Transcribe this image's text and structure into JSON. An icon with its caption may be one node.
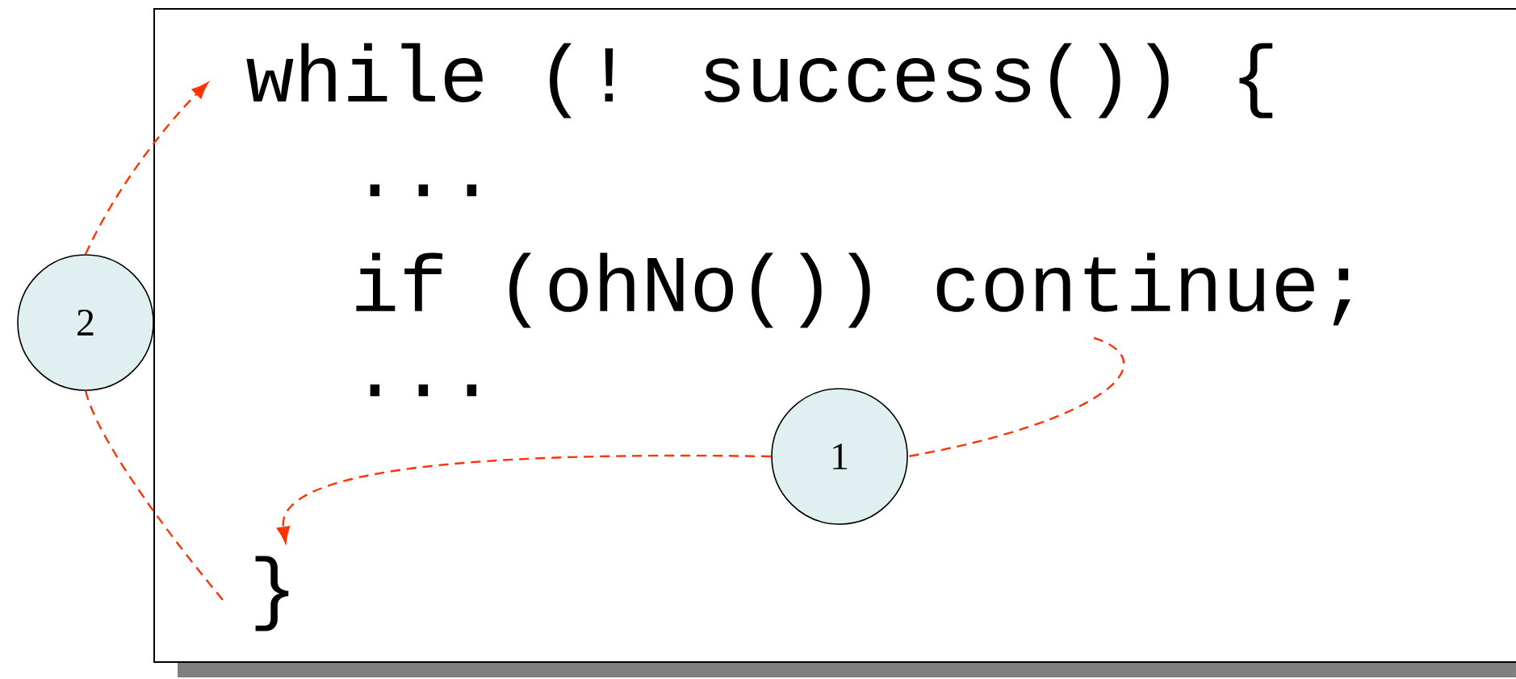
{
  "diagram": {
    "nodes": [
      {
        "text": [],
        "shape": "box"
      },
      {
        "text": [
          "while (! success()) {"
        ],
        "in": 0
      },
      {
        "text": [
          "..."
        ],
        "in": 0
      },
      {
        "text": [
          "if (ohNo()) continue;"
        ],
        "in": 0
      },
      {
        "text": [
          "..."
        ],
        "in": 0
      },
      {
        "text": [
          "}"
        ],
        "in": 0
      },
      {
        "text": [
          "1"
        ],
        "in": 0
      },
      {
        "text": [
          "2"
        ]
      }
    ],
    "edges": [
      {
        "from": 3,
        "to": 6,
        "arrow": "none",
        "style": "dashed",
        "color": "#ff3300"
      },
      {
        "from": 6,
        "to": 5,
        "arrow": "to",
        "style": "dashed",
        "color": "#ff3300"
      },
      {
        "from": 5,
        "to": 7,
        "arrow": "none",
        "style": "dashed",
        "color": "#ff3300"
      },
      {
        "from": 7,
        "to": 1,
        "arrow": "to",
        "style": "dashed",
        "color": "#ff3300"
      }
    ]
  }
}
